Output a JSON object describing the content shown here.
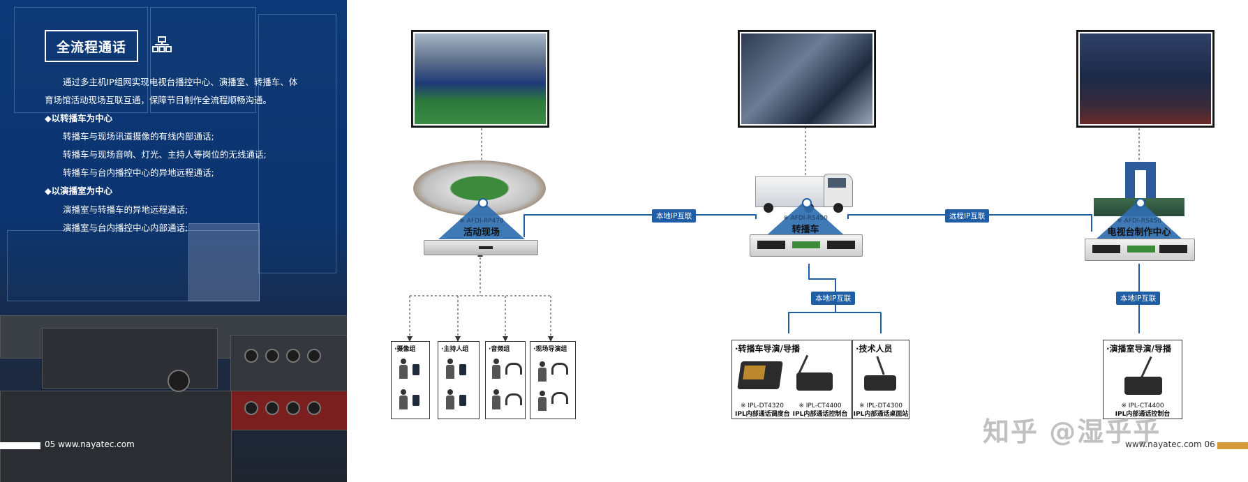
{
  "left_panel": {
    "title": "全流程通话",
    "intro_line1": "通过多主机IP组网实现电视台播控中心、演播室、转播车、体",
    "intro_line2": "育场馆活动现场互联互通，保障节目制作全流程顺畅沟通。",
    "section1_title": "◆以转播车为中心",
    "section1_items": [
      "转播车与现场讯道摄像的有线内部通话;",
      "转播车与现场音响、灯光、主持人等岗位的无线通话;",
      "转播车与台内播控中心的异地远程通话;"
    ],
    "section2_title": "◆以演播室为中心",
    "section2_items": [
      "演播室与转播车的异地远程通话;",
      "演播室与台内播控中心内部通话;"
    ],
    "footer_text": "05 www.nayatec.com"
  },
  "diagram": {
    "nodes": [
      {
        "model": "※ AFDI-RP470",
        "name": "活动现场"
      },
      {
        "model": "※ AFDI-RS450",
        "name": "转播车"
      },
      {
        "model": "※ AFDI-RS450",
        "name": "电视台制作中心"
      }
    ],
    "links": {
      "local_ip_1": "本地IP互联",
      "remote_ip": "远程IP互联",
      "local_ip_2": "本地IP互联",
      "local_ip_3": "本地IP互联"
    },
    "field_groups": [
      "·摄像组",
      "·主持人组",
      "·音频组",
      "·现场导演组"
    ],
    "ob_group": {
      "title": "·转播车导演/导播",
      "items": [
        {
          "model": "※ IPL-DT4320",
          "desc": "IPL内部通话调度台"
        },
        {
          "model": "※ IPL-CT4400",
          "desc": "IPL内部通话控制台"
        }
      ]
    },
    "tech_group": {
      "title": "·技术人员",
      "items": [
        {
          "model": "※ IPL-DT4300",
          "desc": "IPL内部通话桌面站"
        }
      ]
    },
    "studio_group": {
      "title": "·演播室导演/导播",
      "items": [
        {
          "model": "※ IPL-CT4400",
          "desc": "IPL内部通话控制台"
        }
      ]
    }
  },
  "footer_right": "www.nayatec.com 06",
  "watermark": "知乎 @湿乎乎",
  "colors": {
    "accent_blue": "#1f5da5",
    "panel_bg": "#0c3a78",
    "footer_orange": "#d69a3a"
  }
}
